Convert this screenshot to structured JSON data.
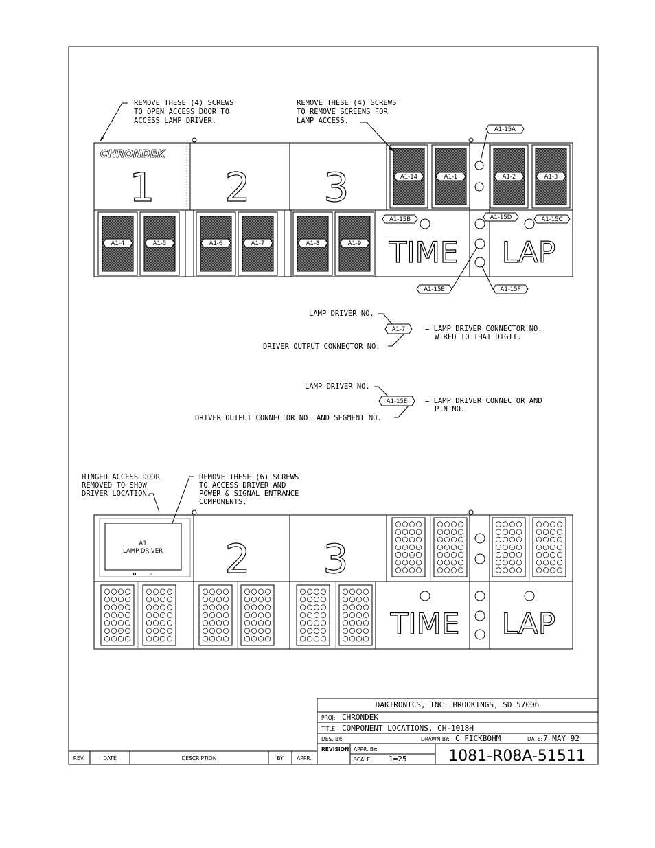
{
  "notes": {
    "top_left": [
      "REMOVE THESE (4) SCREWS",
      "TO OPEN ACCESS DOOR TO",
      "ACCESS LAMP DRIVER."
    ],
    "top_mid": [
      "REMOVE THESE (4) SCREWS",
      "TO REMOVE SCREENS FOR",
      "LAMP ACCESS."
    ],
    "bottom_left": [
      "HINGED ACCESS DOOR",
      "REMOVED TO SHOW",
      "DRIVER LOCATION."
    ],
    "bottom_mid": [
      "REMOVE THESE (6) SCREWS",
      "TO ACCESS DRIVER AND",
      "POWER & SIGNAL ENTRANCE",
      "COMPONENTS."
    ]
  },
  "panel_top": {
    "brand": "CHRONDEK",
    "digits": [
      "1",
      "2",
      "3"
    ],
    "upper_tags": [
      "A1-14",
      "A1-1",
      "A1-2",
      "A1-3"
    ],
    "lower_tags": [
      "A1-4",
      "A1-5",
      "A1-6",
      "A1-7",
      "A1-8",
      "A1-9"
    ],
    "callouts": [
      "A1-15A",
      "A1-15B",
      "A1-15D",
      "A1-15C",
      "A1-15E",
      "A1-15F"
    ],
    "words": [
      "TIME",
      "LAP"
    ]
  },
  "legend1": {
    "top": "LAMP DRIVER NO.",
    "tag": "A1-7",
    "bottom": "DRIVER OUTPUT CONNECTOR NO.",
    "desc": [
      "= LAMP DRIVER CONNECTOR NO.",
      "WIRED TO THAT DIGIT."
    ]
  },
  "legend2": {
    "top": "LAMP DRIVER NO.",
    "tag": "A1-15E",
    "bottom": "DRIVER OUTPUT CONNECTOR NO. AND SEGMENT NO.",
    "desc": [
      "= LAMP DRIVER CONNECTOR AND",
      "PIN NO."
    ]
  },
  "panel_bottom": {
    "driver_label": [
      "A1",
      "LAMP DRIVER"
    ],
    "digits": [
      "2",
      "3"
    ],
    "words": [
      "TIME",
      "LAP"
    ]
  },
  "title_block": {
    "company": "DAKTRONICS, INC.   BROOKINGS, SD 57006",
    "proj_label": "PROJ:",
    "proj": "CHRONDEK",
    "title_label": "TITLE:",
    "title": "COMPONENT LOCATIONS, CH-1018H",
    "des_label": "DES. BY:",
    "drawn_label": "DRAWN BY:",
    "drawn": "C FICKBOHM",
    "date_label": "DATE:",
    "date": "7 MAY 92",
    "revision_label": "REVISION",
    "appr_label": "APPR. BY:",
    "scale_label": "SCALE:",
    "scale": "1=25",
    "drawing_no": "1081-R08A-51511"
  },
  "revision_table": {
    "headers": [
      "REV.",
      "DATE",
      "DESCRIPTION",
      "BY",
      "APPR."
    ]
  }
}
